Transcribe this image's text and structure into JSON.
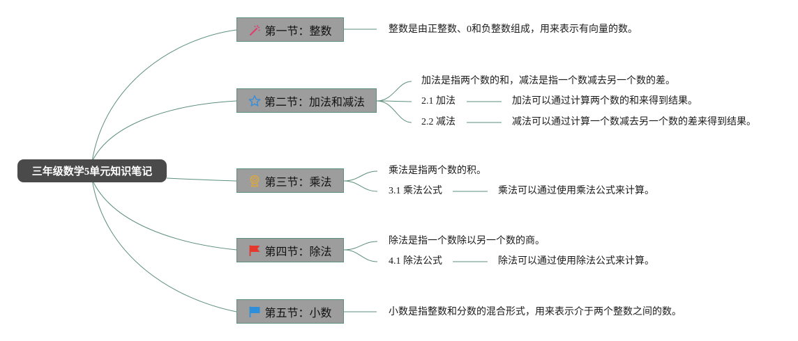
{
  "colors": {
    "root_bg": "#4a4a4a",
    "section_bg": "#9d9d9d",
    "line": "#5c8f7a",
    "star": "#3a8fd6",
    "flag_red": "#e5382d",
    "flag_blue": "#2d8fd9",
    "medal": "#e0a83a",
    "wand": "#e23a6a"
  },
  "root": {
    "title": "三年级数学5单元知识笔记"
  },
  "sections": [
    {
      "icon": "magic-wand-icon",
      "title": "第一节：整数",
      "text": "整数是由正整数、0和负整数组成，用来表示有向量的数。"
    },
    {
      "icon": "star-icon",
      "title": "第二节：加法和减法",
      "text": "加法是指两个数的和，减法是指一个数减去另一个数的差。",
      "subs": [
        {
          "label": "2.1 加法",
          "text": "加法可以通过计算两个数的和来得到结果。"
        },
        {
          "label": "2.2 减法",
          "text": "减法可以通过计算一个数减去另一个数的差来得到结果。"
        }
      ]
    },
    {
      "icon": "medal-icon",
      "title": "第三节：乘法",
      "text": "乘法是指两个数的积。",
      "subs": [
        {
          "label": "3.1 乘法公式",
          "text": "乘法可以通过使用乘法公式来计算。"
        }
      ]
    },
    {
      "icon": "red-flag-icon",
      "title": "第四节：除法",
      "text": "除法是指一个数除以另一个数的商。",
      "subs": [
        {
          "label": "4.1 除法公式",
          "text": "除法可以通过使用除法公式来计算。"
        }
      ]
    },
    {
      "icon": "blue-flag-icon",
      "title": "第五节：小数",
      "text": "小数是指整数和分数的混合形式，用来表示介于两个整数之间的数。"
    }
  ]
}
